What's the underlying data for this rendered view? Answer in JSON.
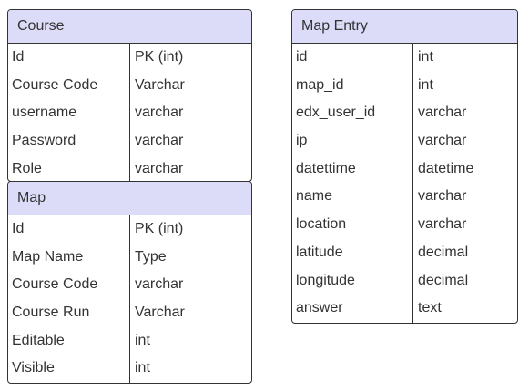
{
  "entities": [
    {
      "id": "course",
      "title": "Course",
      "fields": [
        {
          "name": "Id",
          "type": "PK (int)"
        },
        {
          "name": "Course Code",
          "type": "Varchar"
        },
        {
          "name": "username",
          "type": "varchar"
        },
        {
          "name": "Password",
          "type": "varchar"
        },
        {
          "name": "Role",
          "type": "varchar"
        }
      ]
    },
    {
      "id": "map",
      "title": "Map",
      "fields": [
        {
          "name": "Id",
          "type": "PK (int)"
        },
        {
          "name": "Map Name",
          "type": "Type"
        },
        {
          "name": "Course Code",
          "type": "varchar"
        },
        {
          "name": "Course Run",
          "type": "Varchar"
        },
        {
          "name": "Editable",
          "type": "int"
        },
        {
          "name": "Visible",
          "type": "int"
        }
      ]
    },
    {
      "id": "map-entry",
      "title": "Map Entry",
      "fields": [
        {
          "name": "id",
          "type": "int"
        },
        {
          "name": "map_id",
          "type": "int"
        },
        {
          "name": "edx_user_id",
          "type": "varchar"
        },
        {
          "name": "ip",
          "type": "varchar"
        },
        {
          "name": "datettime",
          "type": "datetime"
        },
        {
          "name": "name",
          "type": "varchar"
        },
        {
          "name": "location",
          "type": "varchar"
        },
        {
          "name": "latitude",
          "type": "decimal"
        },
        {
          "name": "longitude",
          "type": "decimal"
        },
        {
          "name": "answer",
          "type": "text"
        }
      ]
    }
  ]
}
